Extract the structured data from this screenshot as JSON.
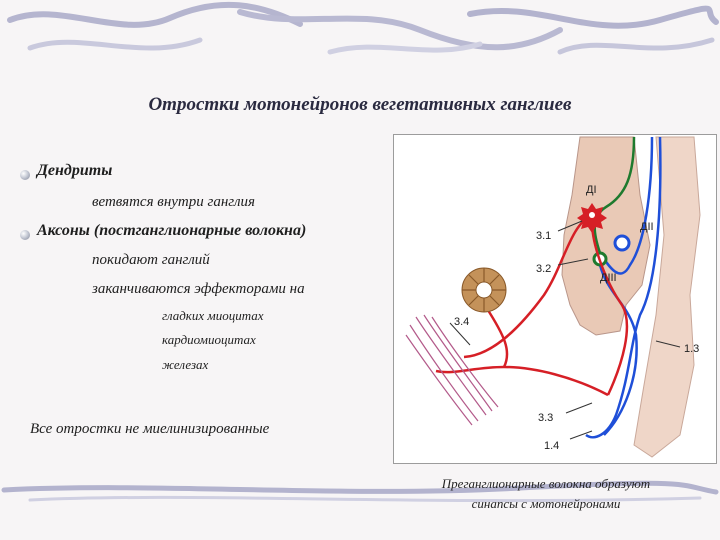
{
  "title": "Отростки мотонейронов вегетативных ганглиев",
  "bullets": [
    {
      "heading": "Дендриты",
      "lines": [
        "ветвятся внутри ганглия"
      ]
    },
    {
      "heading": "Аксоны (постганглионарные волокна)",
      "lines": [
        "покидают ганглий",
        "заканчиваются эффекторами на"
      ]
    }
  ],
  "effectors": [
    "гладких миоцитах",
    "кардиомиоцитах",
    "железах"
  ],
  "note": "Все отростки не миелинизированные",
  "figure": {
    "labels": {
      "d1": "ДI",
      "d2": "ДII",
      "d3": "ДIII",
      "l31": "3.1",
      "l32": "3.2",
      "l34": "3.4",
      "l33": "3.3",
      "l13": "1.3",
      "l14": "1.4"
    },
    "colors": {
      "preganglionic": "#1f4fd8",
      "postganglionic": "#d61f26",
      "green_fiber": "#1e7a2e",
      "ganglion": "#e9c9b6",
      "muscle": "#b8864a"
    }
  },
  "caption": [
    "Преганглионарные волокна образуют",
    "синапсы с мотонейронами"
  ]
}
